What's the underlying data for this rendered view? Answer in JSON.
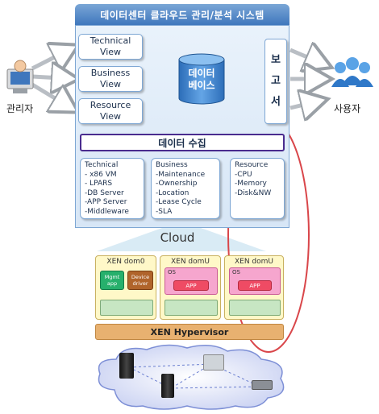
{
  "header": {
    "title": "데이터센터 클라우드 관리/분석 시스템"
  },
  "actors": {
    "admin_label": "관리자",
    "user_label": "사용자"
  },
  "views": [
    {
      "line1": "Technical",
      "line2": "View"
    },
    {
      "line1": "Business",
      "line2": "View"
    },
    {
      "line1": "Resource",
      "line2": "View"
    }
  ],
  "database": {
    "line1": "데이터",
    "line2": "베이스"
  },
  "report": {
    "chars": [
      "보",
      "고",
      "서"
    ]
  },
  "collection": {
    "label": "데이터 수집"
  },
  "sources": {
    "technical": {
      "title": "Technical",
      "items": [
        "- x86 VM",
        "- LPARS",
        "-DB Server",
        "-APP Server",
        "-Middleware"
      ]
    },
    "business": {
      "title": "Business",
      "items": [
        "-Maintenance",
        "-Ownership",
        "-Location",
        "-Lease Cycle",
        "-SLA"
      ]
    },
    "resource": {
      "title": "Resource",
      "items": [
        "-CPU",
        "-Memory",
        "-Disk&NW"
      ]
    }
  },
  "cloud": {
    "label": "Cloud"
  },
  "xen": {
    "dom0": {
      "title": "XEN dom0",
      "mgmt": "Mgmt app",
      "device": "Device driver"
    },
    "domu1": {
      "title": "XEN domU",
      "os": "OS",
      "app": "APP"
    },
    "domu2": {
      "title": "XEN domU",
      "os": "OS",
      "app": "APP"
    },
    "hypervisor": "XEN Hypervisor"
  },
  "colors": {
    "accent": "#3f77bd",
    "highlight_ellipse": "#d9464a",
    "collection_border": "#4a2c8f"
  }
}
